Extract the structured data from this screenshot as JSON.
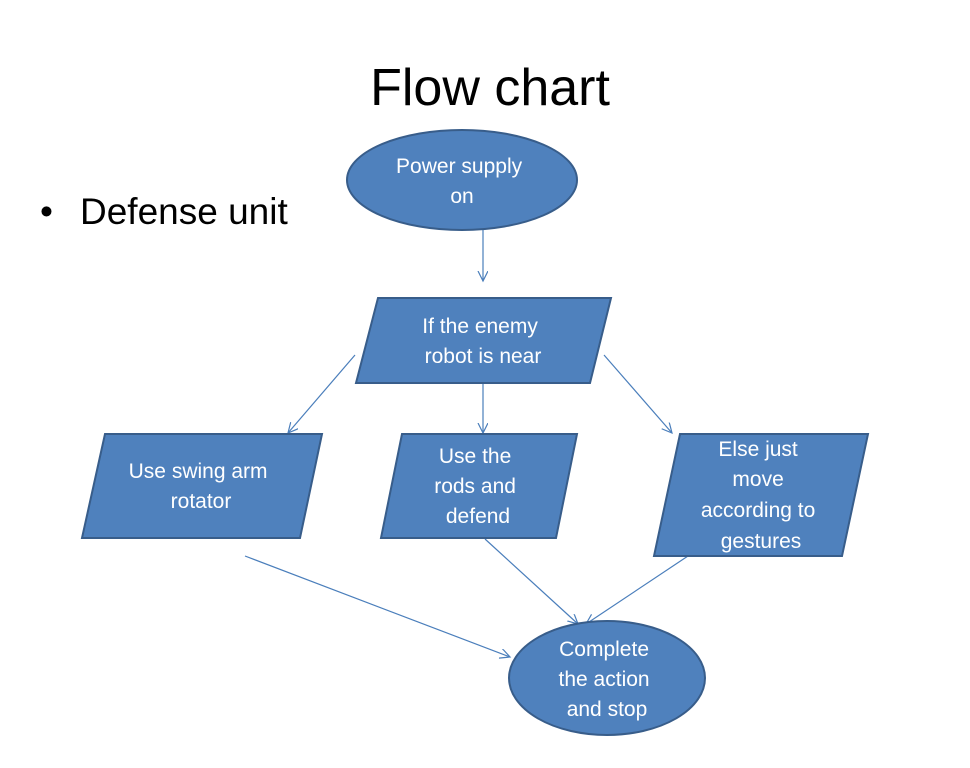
{
  "title": "Flow chart",
  "bullet": "Defense unit",
  "colors": {
    "fill": "#4f81bd",
    "stroke": "#385d8a",
    "arrow": "#4a7ebb",
    "text": "#ffffff"
  },
  "nodes": {
    "power": {
      "shape": "oval",
      "lines": [
        "Power supply",
        "on"
      ]
    },
    "enemy": {
      "shape": "parallelogram",
      "lines": [
        "If the enemy",
        "robot is near"
      ]
    },
    "swing": {
      "shape": "parallelogram",
      "lines": [
        "Use swing arm",
        "rotator"
      ]
    },
    "rods": {
      "shape": "parallelogram",
      "lines": [
        "Use the",
        "rods and",
        "defend"
      ]
    },
    "gestures": {
      "shape": "parallelogram",
      "lines": [
        "Else just",
        "move",
        "according to",
        "gestures"
      ]
    },
    "complete": {
      "shape": "oval",
      "lines": [
        "Complete",
        "the action",
        "and stop"
      ]
    }
  },
  "edges": [
    {
      "from": "power",
      "to": "enemy"
    },
    {
      "from": "enemy",
      "to": "swing"
    },
    {
      "from": "enemy",
      "to": "rods"
    },
    {
      "from": "enemy",
      "to": "gestures"
    },
    {
      "from": "swing",
      "to": "complete"
    },
    {
      "from": "rods",
      "to": "complete"
    },
    {
      "from": "gestures",
      "to": "complete"
    }
  ]
}
